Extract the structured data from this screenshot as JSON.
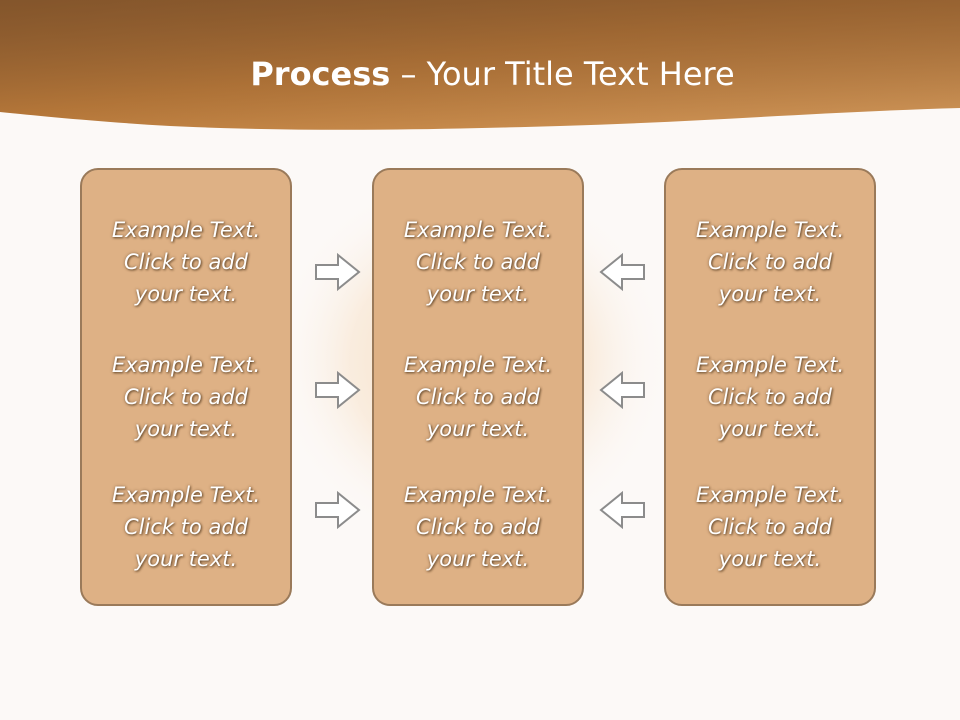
{
  "slide": {
    "title_bold": "Process",
    "title_rest": " – Your Title Text Here"
  },
  "panels": {
    "left": {
      "items": [
        {
          "line1": "Example Text.",
          "line2": "Click  to add",
          "line3": "your text."
        },
        {
          "line1": "Example Text.",
          "line2": "Click  to add",
          "line3": "your text."
        },
        {
          "line1": "Example Text.",
          "line2": "Click  to add",
          "line3": "your text."
        }
      ]
    },
    "middle": {
      "items": [
        {
          "line1": "Example Text.",
          "line2": "Click  to add",
          "line3": "your text."
        },
        {
          "line1": "Example Text.",
          "line2": "Click  to add",
          "line3": "your text."
        },
        {
          "line1": "Example Text.",
          "line2": "Click  to add",
          "line3": "your text."
        }
      ]
    },
    "right": {
      "items": [
        {
          "line1": "Example Text.",
          "line2": "Click  to add",
          "line3": "your text."
        },
        {
          "line1": "Example Text.",
          "line2": "Click  to add",
          "line3": "your text."
        },
        {
          "line1": "Example Text.",
          "line2": "Click  to add",
          "line3": "your text."
        }
      ]
    }
  },
  "arrows": {
    "left_to_middle": "arrow-right-icon",
    "right_to_middle": "arrow-left-icon"
  },
  "colors": {
    "header_dark": "#8a5a2c",
    "header_accent": "#c98a45",
    "panel_fill": "#deb185",
    "panel_border": "#9a7a5a",
    "background": "#fcf9f7"
  }
}
